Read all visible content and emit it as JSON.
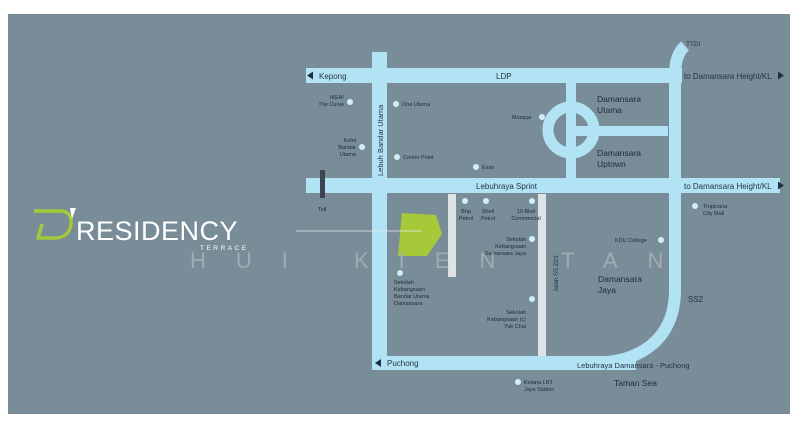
{
  "colors": {
    "background": "#798d99",
    "frame": "#ffffff",
    "road": "#b2e3f4",
    "secondary_road": "#dde3e5",
    "poi": "#cfeef9",
    "site": "#a6c93a",
    "toll": "#3b4650"
  },
  "brand": {
    "name": "RESIDENCY",
    "subtitle": "TERRACE",
    "watermark": "HUI KIEN TAN"
  },
  "roads": {
    "ldp": "LDP",
    "kepong": "Kepong",
    "to_damansara_ldp": "to Damansara Height/KL",
    "sprint": "Lebuhraya Sprint",
    "to_damansara_sprint": "to Damansara Height/KL",
    "puchong": "Puchong",
    "lebuh_bandar_utama": "Lebuh Bandar Utama",
    "jalan_ss22": "Jalan SS 22/1",
    "ldp_puchong": "Lebuhraya Damansara - Puchong",
    "ttdi": "TTDI",
    "ss2": "SS2"
  },
  "areas": {
    "damansara_utama": "Damansara\nUtama",
    "damansara_uptown": "Damansara\nUptown",
    "damansara_jaya": "Damansara\nJaya",
    "taman_sea": "Taman Sea"
  },
  "pois": {
    "ikea": "IKEA/\nThe Curve",
    "one_utama": "One Utama",
    "mosque": "Mosque",
    "kolej": "Kolej\nBandar\nUtama",
    "center_point": "Center Point",
    "esso": "Esso",
    "toll": "Toll",
    "bhp": "Bhp\nPetrol",
    "shell": "Shell\nPetrol",
    "ten_blvd": "10 Blvd\nCommercial",
    "tropicana": "Tropicana\nCity Mall",
    "sk_damansara_jaya": "Sekolah\nKebangsaan\nDamansara Jaya",
    "kdu": "KDU College",
    "sk_bandar_utama": "Sekolah\nKebangsaan\nBandar Utama\nDamansara",
    "sk_yuk_chai": "Sekolah\nKebangsaan (c)\nYuk Chai",
    "kelana_lrt": "Kelana LRT\nJaya Station"
  }
}
